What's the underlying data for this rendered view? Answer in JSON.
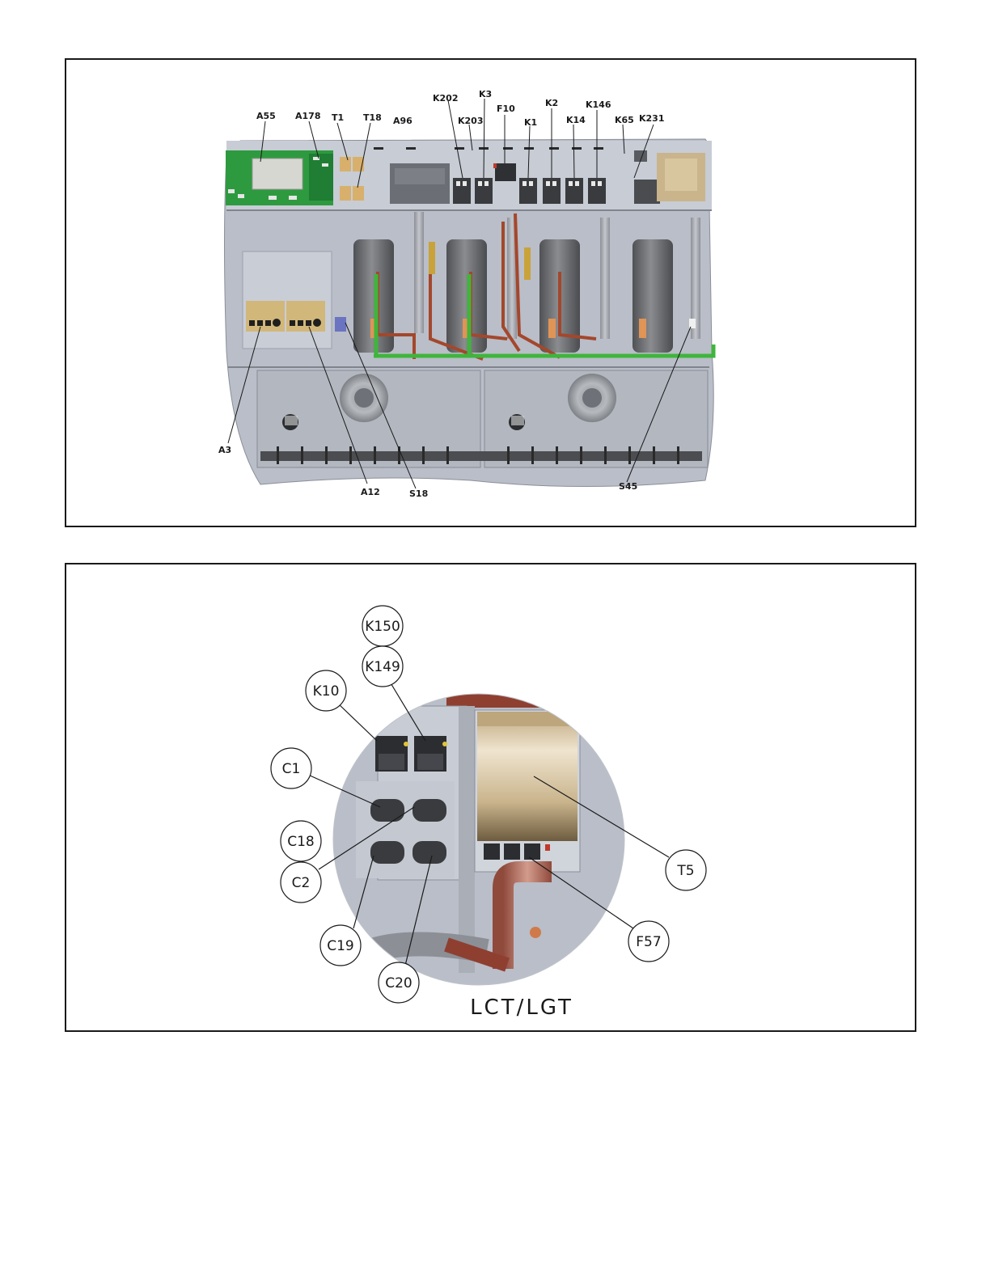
{
  "top_diagram": {
    "labels": [
      "A55",
      "A178",
      "T1",
      "T18",
      "A96",
      "K202",
      "K203",
      "K3",
      "F10",
      "K1",
      "K2",
      "K14",
      "K146",
      "K65",
      "K231",
      "A3",
      "A12",
      "S18",
      "S45"
    ]
  },
  "bottom_diagram": {
    "callouts": [
      "K150",
      "K149",
      "K10",
      "C1",
      "C18",
      "C2",
      "C19",
      "C20",
      "T5",
      "F57"
    ],
    "model_label": "LCT/LGT"
  },
  "colors": {
    "panel_gray": "#b9bec8",
    "board_green": "#2e9a3f",
    "pipe_copper": "#a4472c",
    "pipe_green": "#3fb53c",
    "transformer_tan": "#c9b48c",
    "compressor_gray": "#6d6f72"
  }
}
